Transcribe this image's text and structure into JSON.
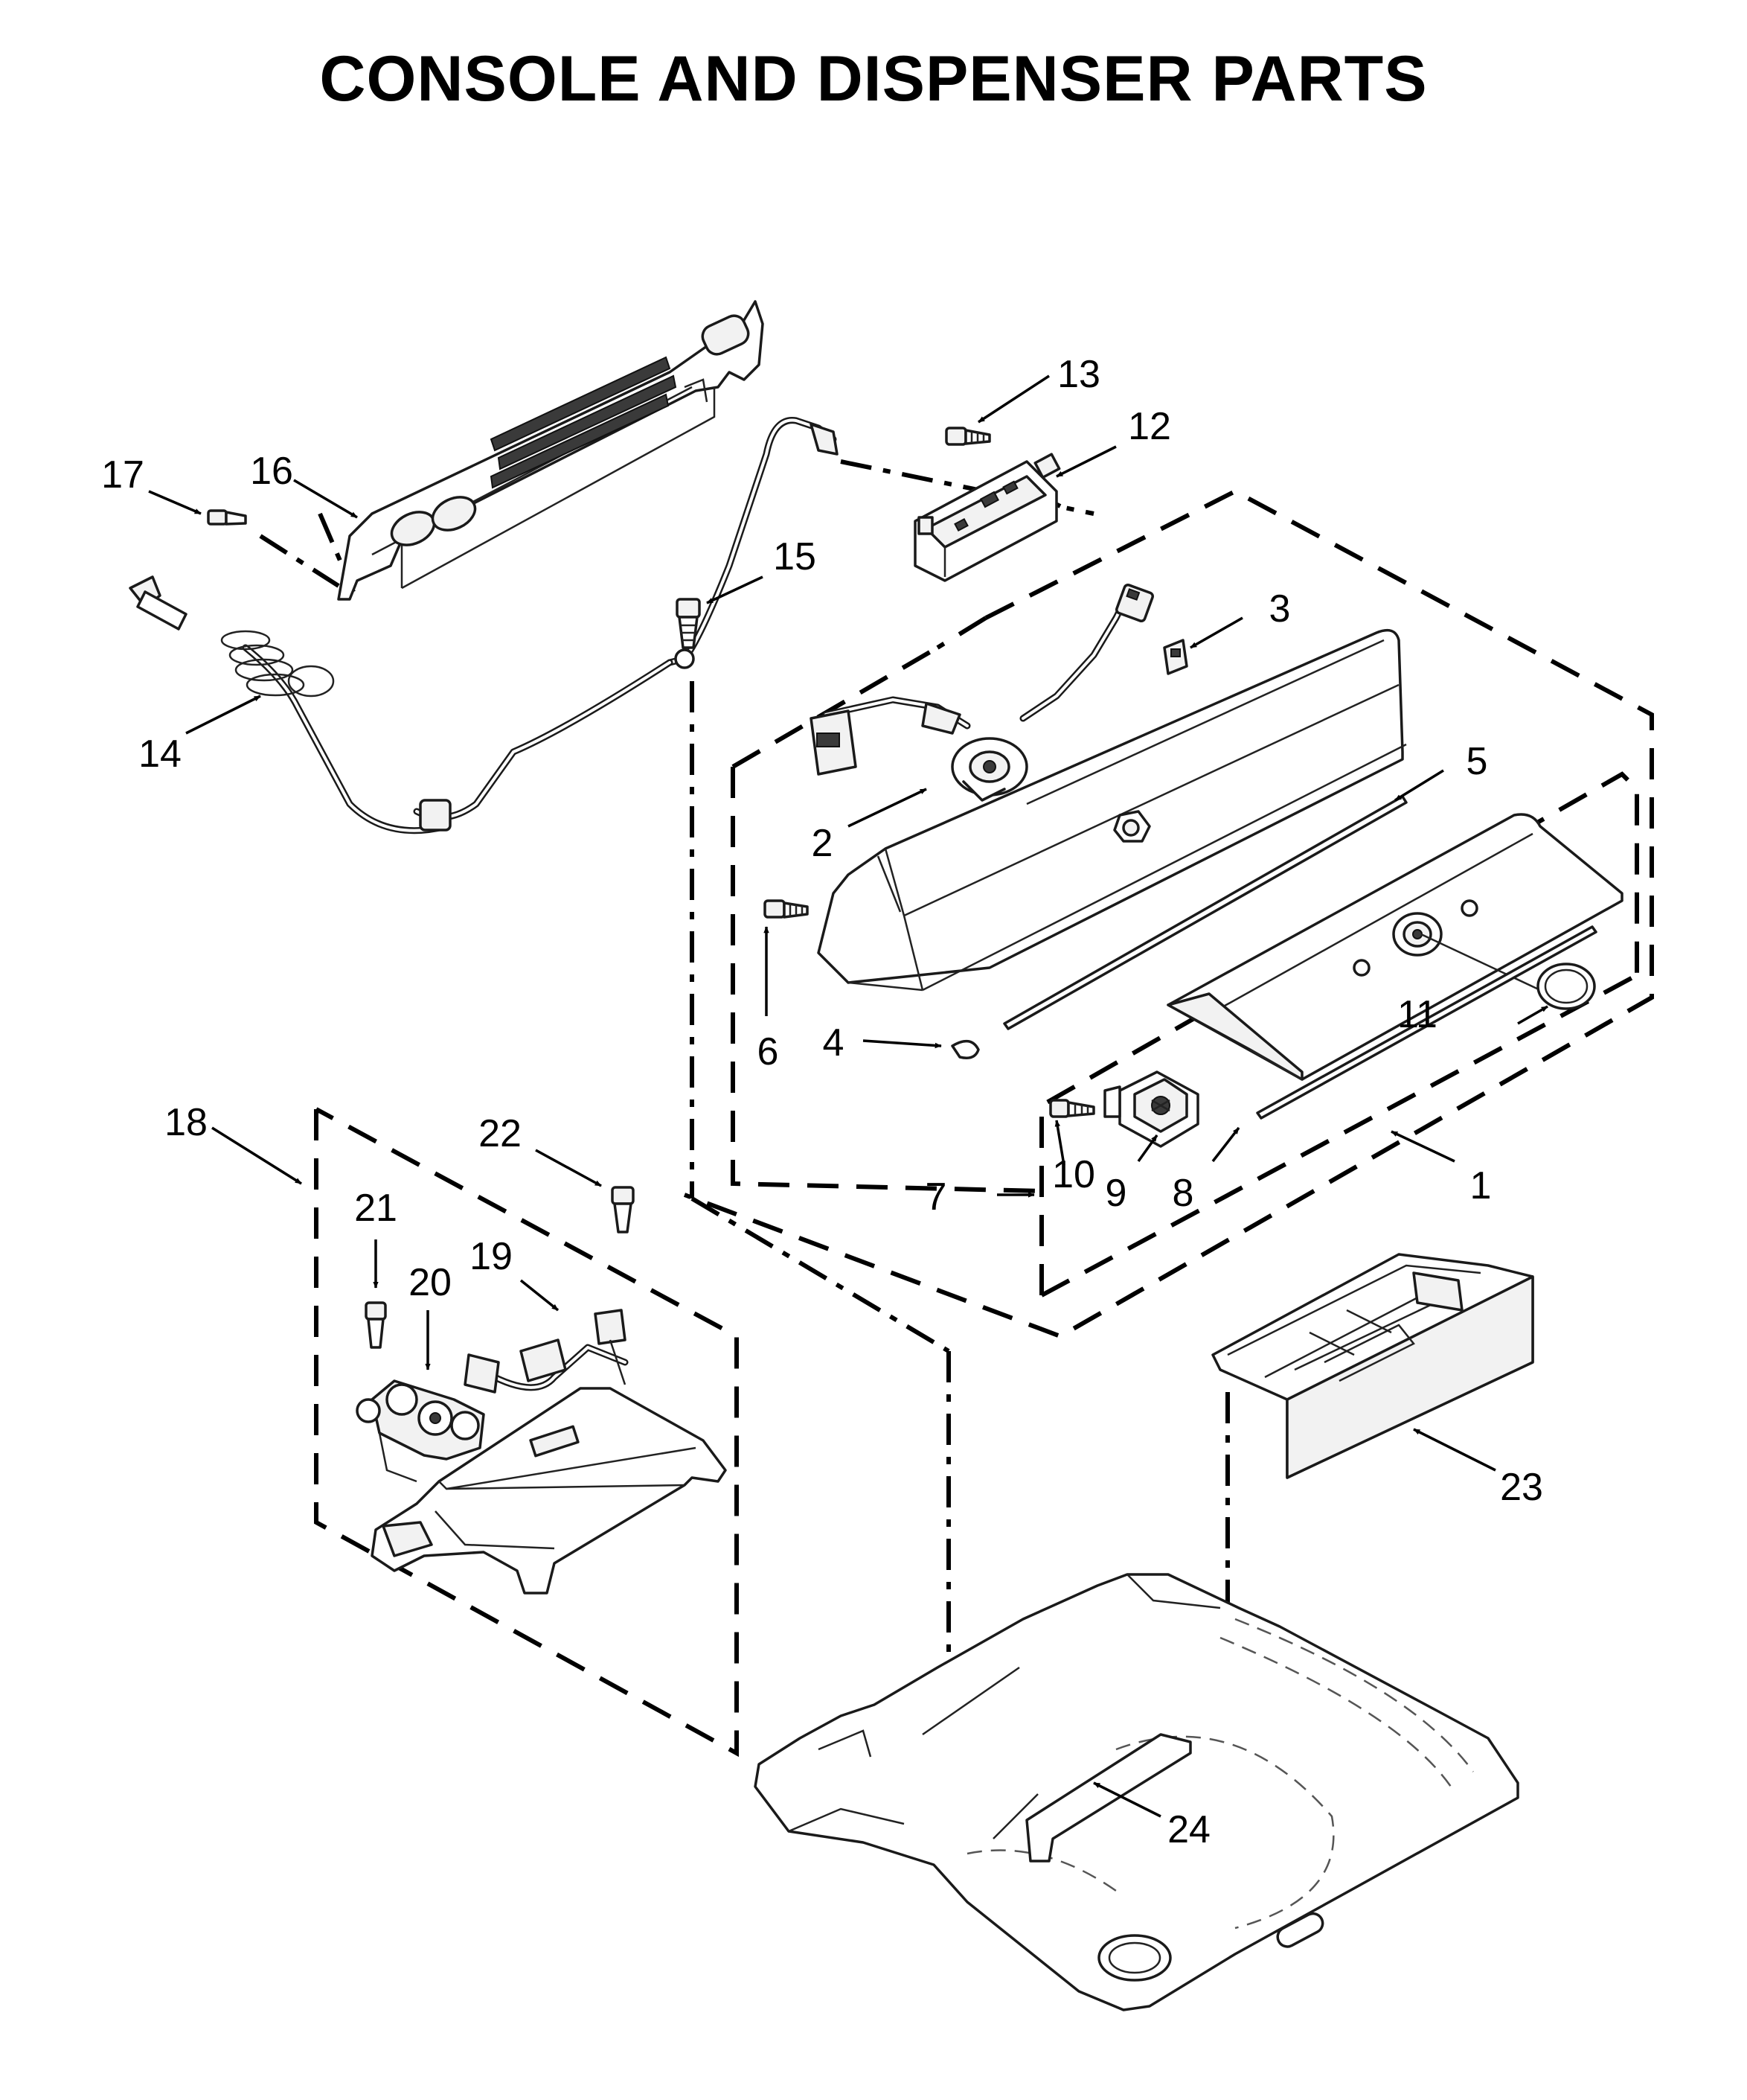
{
  "title": "CONSOLE AND DISPENSER PARTS",
  "callouts": {
    "p1": "1",
    "p2": "2",
    "p3": "3",
    "p4": "4",
    "p5": "5",
    "p6": "6",
    "p7": "7",
    "p8": "8",
    "p9": "9",
    "p10": "10",
    "p11": "11",
    "p12": "12",
    "p13": "13",
    "p14": "14",
    "p15": "15",
    "p16": "16",
    "p17": "17",
    "p18": "18",
    "p19": "19",
    "p20": "20",
    "p21": "21",
    "p22": "22",
    "p23": "23",
    "p24": "24"
  }
}
